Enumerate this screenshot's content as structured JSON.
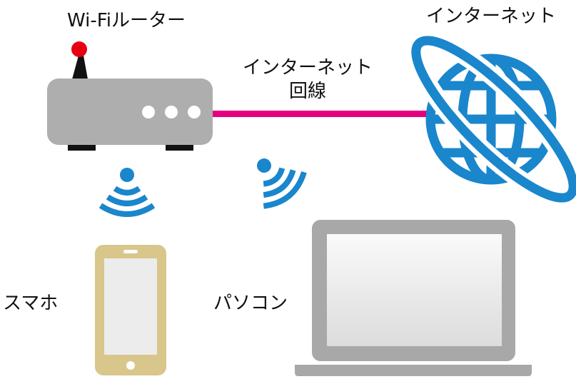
{
  "labels": {
    "router": "Wi-Fiルーター",
    "internet": "インターネット",
    "line_1": "インターネット",
    "line_2": "回線",
    "smartphone": "スマホ",
    "pc": "パソコン"
  },
  "colors": {
    "router_body": "#aeaeae",
    "antenna_tip": "#e60012",
    "line": "#e4007f",
    "globe": "#1a86cc",
    "wifi": "#1a86cc",
    "phone": "#d8c68a",
    "laptop": "#a8a8a8"
  }
}
